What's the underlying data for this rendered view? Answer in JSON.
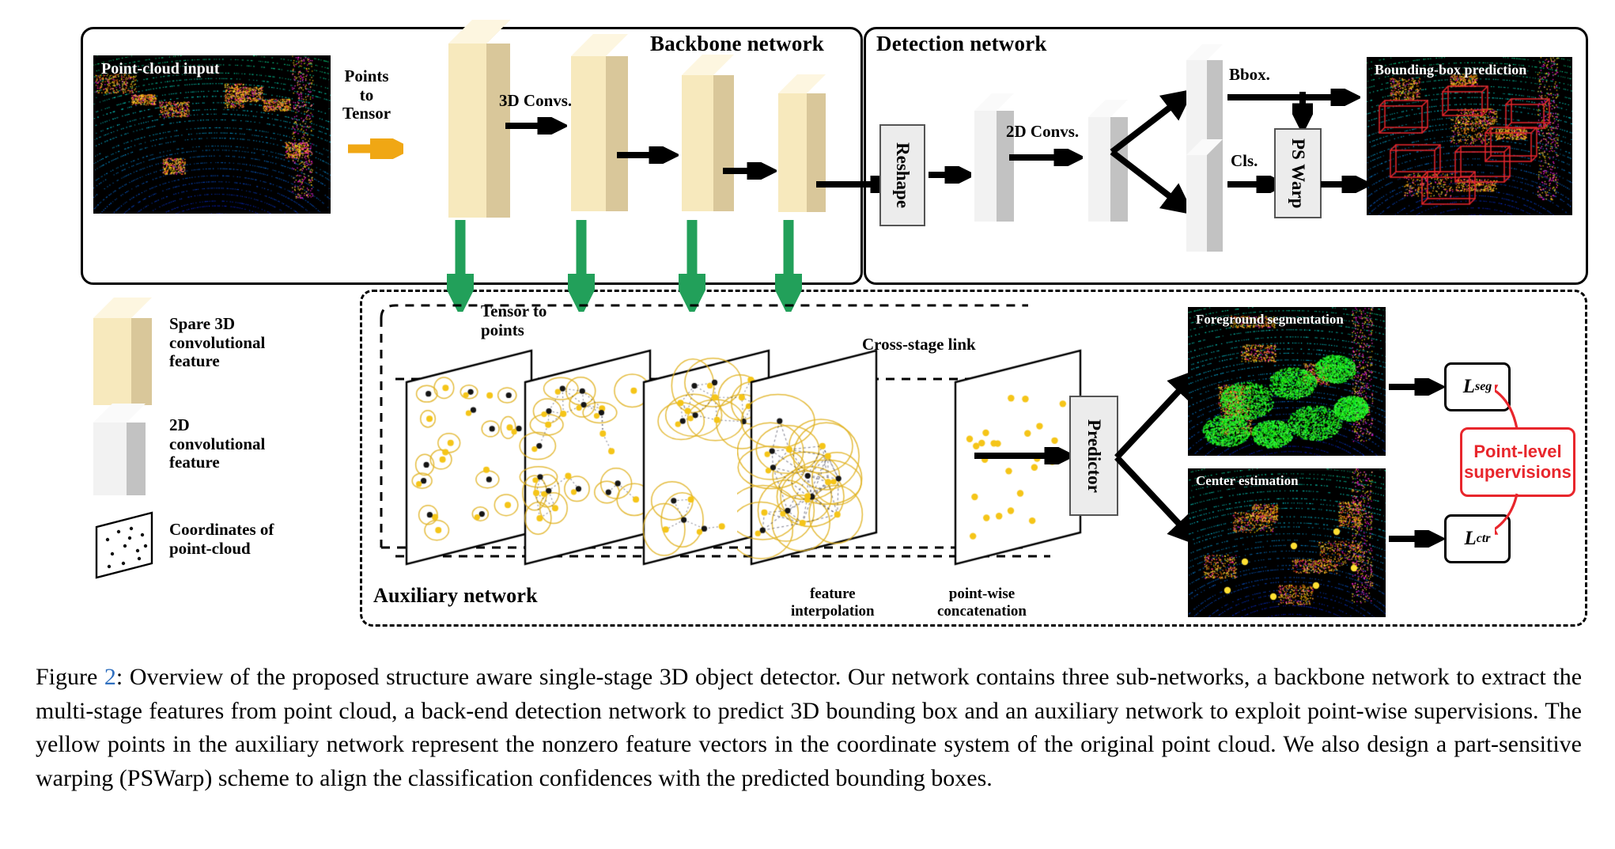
{
  "figure": {
    "number": "2",
    "caption_prefix": "Figure ",
    "caption_sep": ": ",
    "caption_text": "Overview of the proposed structure aware single-stage 3D object detector. Our network contains three sub-networks, a backbone network to extract the multi-stage features from point cloud, a back-end detection network to predict 3D bounding box and an auxiliary network to exploit point-wise supervisions. The yellow points in the auxiliary network represent the nonzero feature vectors in the coordinate system of the original point cloud. We also design a part-sensitive warping (PSWarp) scheme to align the classification confidences with the predicted bounding boxes."
  },
  "panels": {
    "backbone_title": "Backbone network",
    "detection_title": "Detection network",
    "auxiliary_title": "Auxiliary network"
  },
  "backbone": {
    "input_caption": "Point-cloud input",
    "points_to_tensor": "Points\nto\nTensor",
    "points_to_tensor_l1": "Points",
    "points_to_tensor_l2": "to",
    "points_to_tensor_l3": "Tensor",
    "conv_label": "3D Convs."
  },
  "detection": {
    "reshape": "Reshape",
    "conv2d_label": "2D Convs.",
    "bbox_label": "Bbox.",
    "cls_label": "Cls.",
    "pswarp": "PS Warp",
    "pswarp_l1": "PS",
    "pswarp_l2": "Warp",
    "output_caption": "Bounding-box prediction"
  },
  "auxiliary": {
    "tensor_to_points_l1": "Tensor to",
    "tensor_to_points_l2": "points",
    "cross_stage_link": "Cross-stage link",
    "feature_interpolation_l1": "feature",
    "feature_interpolation_l2": "interpolation",
    "point_wise_concat_l1": "point-wise",
    "point_wise_concat_l2": "concatenation",
    "predictor": "Predictor",
    "foreground_caption": "Foreground segmentation",
    "center_caption": "Center estimation",
    "loss_seg": "L",
    "loss_seg_sub": "seg",
    "loss_ctr": "L",
    "loss_ctr_sub": "ctr",
    "supervision_l1": "Point-level",
    "supervision_l2": "supervisions"
  },
  "legend": {
    "items": [
      {
        "icon": "cream-slab-icon",
        "line1": "Spare 3D",
        "line2": "convolutional",
        "line3": "feature"
      },
      {
        "icon": "gray-slab-icon",
        "line1": "2D",
        "line2": "convolutional",
        "line3": "feature"
      },
      {
        "icon": "point-plane-icon",
        "line1": "Coordinates of",
        "line2": "point-cloud",
        "line3": ""
      }
    ]
  },
  "colors": {
    "cream_face": "#f7e9bd",
    "cream_side": "#d9c79a",
    "cream_top": "#fdf6e0",
    "gray_face": "#f2f2f2",
    "gray_side": "#c2c2c2",
    "gray_top": "#fafafa",
    "green_arrow": "#22a05a",
    "orange_arrow": "#f0a714",
    "red_accent": "#e8262c",
    "yellow_point": "#f5c518",
    "black": "#000000"
  }
}
